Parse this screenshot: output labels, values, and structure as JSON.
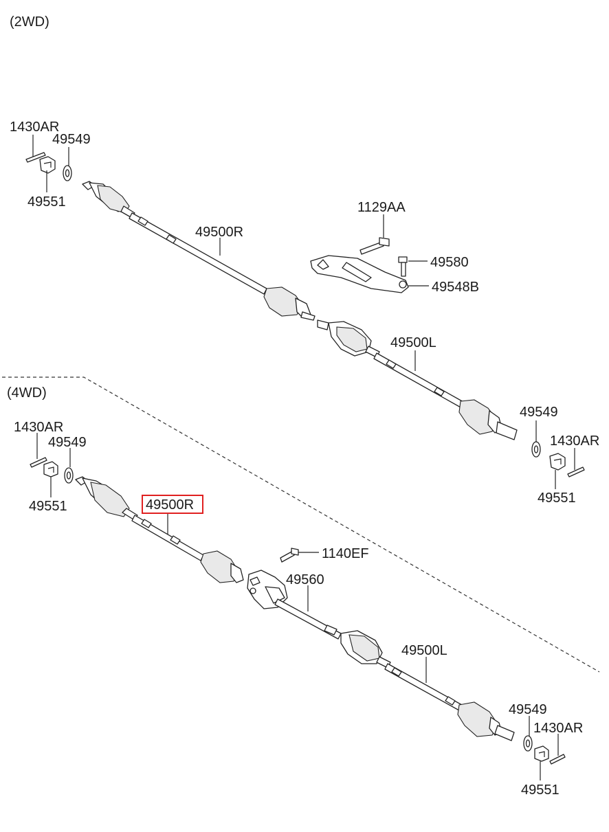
{
  "sections": {
    "top": "(2WD)",
    "bottom": "(4WD)"
  },
  "labels": {
    "top": {
      "pin_l": "1430AR",
      "washer_l": "49549",
      "nut_l": "49551",
      "shaft_r": "49500R",
      "bolt_bracket": "1129AA",
      "bolt_small": "49580",
      "bracket": "49548B",
      "shaft_l": "49500L",
      "washer_r": "49549",
      "pin_r": "1430AR",
      "nut_r": "49551"
    },
    "bottom": {
      "pin_l": "1430AR",
      "washer_l": "49549",
      "nut_l": "49551",
      "shaft_r": "49500R",
      "bolt": "1140EF",
      "bearing_bracket": "49560",
      "shaft_l": "49500L",
      "washer_r": "49549",
      "pin_r": "1430AR",
      "nut_r": "49551"
    }
  },
  "highlight": {
    "part": "49500R",
    "color": "#e02020"
  }
}
